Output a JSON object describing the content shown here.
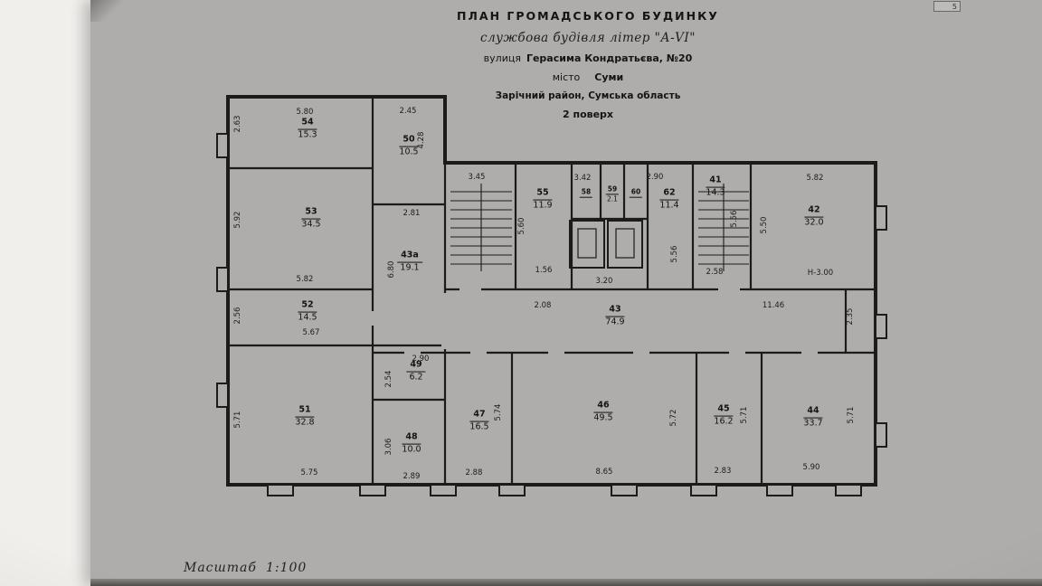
{
  "page": {
    "corner_number": "5"
  },
  "header": {
    "title": "ПЛАН  ГРОМАДСЬКОГО  БУДИНКУ",
    "subtitle": "службова будівля літер \"А-VI\"",
    "street_label": "вулиця",
    "street": "Герасима Кондратьєва, №20",
    "city_label": "місто",
    "city": "Суми",
    "district": "Зарічний район, Сумська область",
    "floor": "2 поверх"
  },
  "footer": {
    "scale_label": "Масштаб",
    "scale_value": "1:100"
  },
  "rooms": {
    "r54": {
      "number": "54",
      "area": "15.3"
    },
    "r50": {
      "number": "50",
      "area": "10.5"
    },
    "r53": {
      "number": "53",
      "area": "34.5"
    },
    "r43a": {
      "number": "43а",
      "area": "19.1"
    },
    "r52": {
      "number": "52",
      "area": "14.5"
    },
    "r55": {
      "number": "55",
      "area": "11.9"
    },
    "r58": {
      "number": "58",
      "area": ""
    },
    "r59": {
      "number": "59",
      "area": "2.1"
    },
    "r60": {
      "number": "60",
      "area": ""
    },
    "r62": {
      "number": "62",
      "area": "11.4"
    },
    "r41": {
      "number": "41",
      "area": "14.3"
    },
    "r42": {
      "number": "42",
      "area": "32.0"
    },
    "r43": {
      "number": "43",
      "area": "74.9"
    },
    "r49": {
      "number": "49",
      "area": "6.2"
    },
    "r51": {
      "number": "51",
      "area": "32.8"
    },
    "r48": {
      "number": "48",
      "area": "10.0"
    },
    "r47": {
      "number": "47",
      "area": "16.5"
    },
    "r46": {
      "number": "46",
      "area": "49.5"
    },
    "r45": {
      "number": "45",
      "area": "16.2"
    },
    "r44": {
      "number": "44",
      "area": "33.7"
    }
  },
  "dims": {
    "t54": "5.80",
    "l54": "2.63",
    "t50": "2.45",
    "r50": "4.28",
    "l53": "5.92",
    "b53": "5.82",
    "t43a": "2.81",
    "l43a": "6.80",
    "l52": "2.56",
    "b52": "5.67",
    "t55a": "3.45",
    "t55b": "3.42",
    "l55": "5.60",
    "b55a": "1.56",
    "b55b": "2.08",
    "b_elev": "3.20",
    "t62": "2.90",
    "l62": "5.56",
    "r41": "5.56",
    "b41": "2.58",
    "t42": "5.82",
    "l42": "5.50",
    "corr_r": "11.46",
    "r_edge": "2.35",
    "t49": "2.90",
    "l49": "2.54",
    "l51": "5.71",
    "b51": "5.75",
    "l48": "3.06",
    "b48": "2.89",
    "r47": "5.74",
    "b47": "2.88",
    "b46": "8.65",
    "r46": "5.72",
    "r45": "5.71",
    "b45": "2.83",
    "r44": "5.71",
    "b44": "5.90"
  },
  "marks": {
    "height": "Н-3.00"
  }
}
